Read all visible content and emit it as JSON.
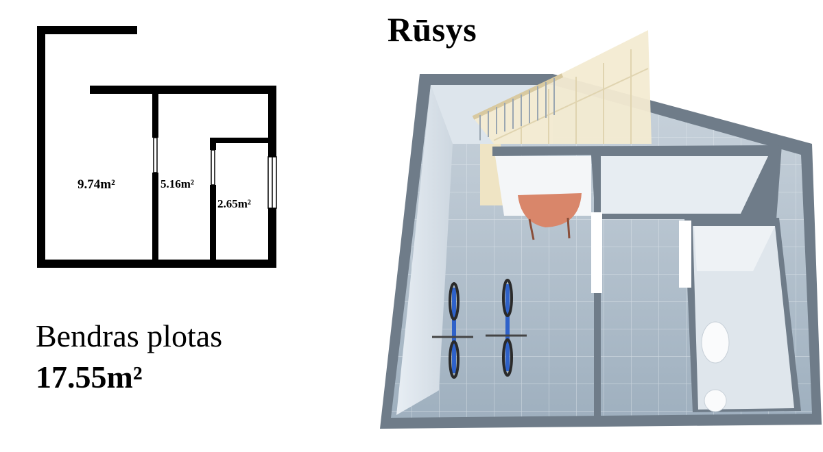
{
  "title": "Rūsys",
  "floor_plan": {
    "rooms": [
      {
        "label": "9.74m²"
      },
      {
        "label": "5.16m²"
      },
      {
        "label": "2.65m²"
      }
    ]
  },
  "total_area": {
    "label": "Bendras plotas",
    "value": "17.55m²"
  }
}
